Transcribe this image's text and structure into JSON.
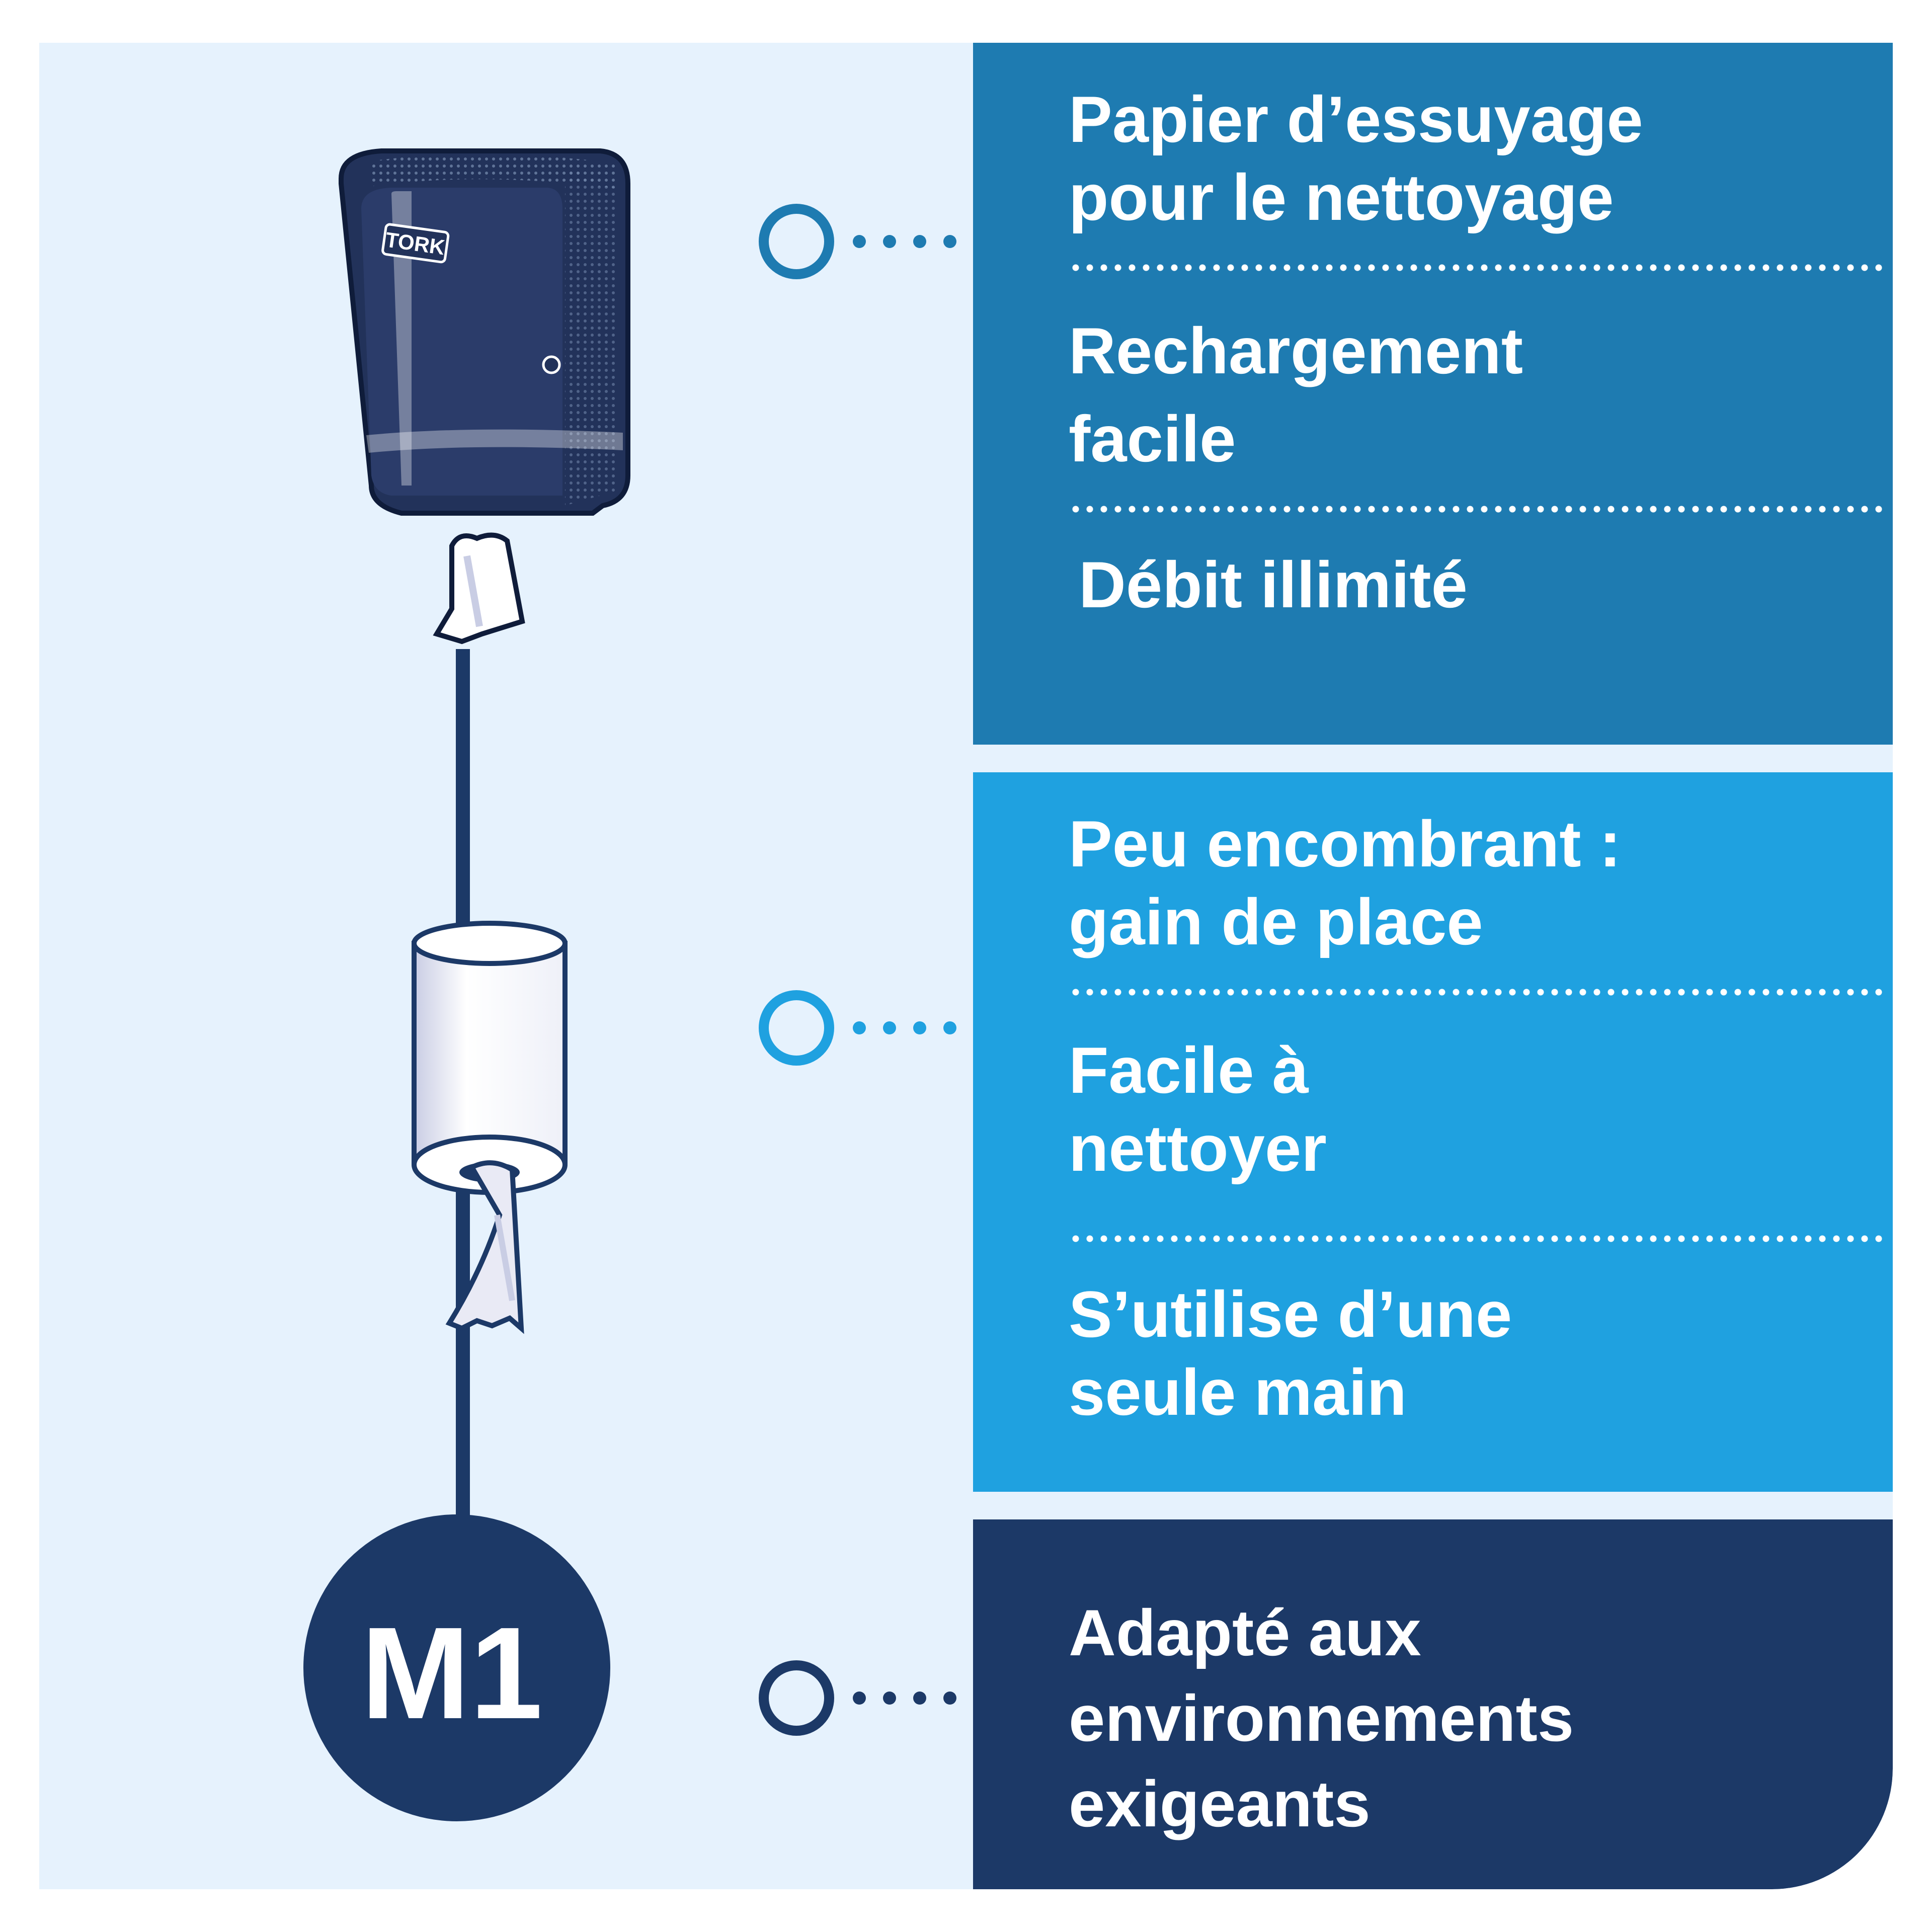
{
  "colors": {
    "background": "#e6f2fd",
    "panel_top": "#1e7bb1",
    "panel_middle": "#1fa1e0",
    "panel_bottom": "#1c3967",
    "navy": "#1c3967",
    "text": "#ffffff"
  },
  "illustration": {
    "dispenser_brand": "TORK",
    "badge_label": "M1"
  },
  "panels": [
    {
      "features": [
        {
          "lines": [
            "Papier d’essuyage",
            "pour le nettoyage"
          ]
        },
        {
          "lines": [
            "Rechargement",
            "facile"
          ]
        },
        {
          "lines": [
            "Débit illimité"
          ]
        }
      ]
    },
    {
      "features": [
        {
          "lines": [
            "Peu encombrant :",
            "gain de place"
          ]
        },
        {
          "lines": [
            "Facile à",
            "nettoyer"
          ]
        },
        {
          "lines": [
            "S’utilise d’une",
            "seule main"
          ]
        }
      ]
    },
    {
      "features": [
        {
          "lines": [
            "Adapté aux",
            "environnements",
            "exigeants"
          ]
        }
      ]
    }
  ]
}
